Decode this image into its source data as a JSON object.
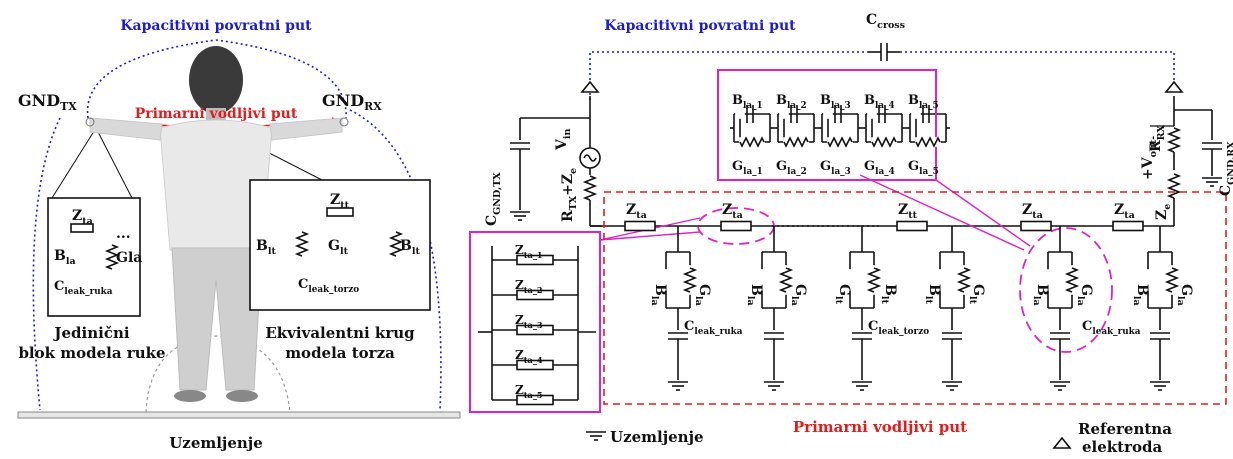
{
  "colors": {
    "blue": "#1a1adb",
    "red": "#e51a1a",
    "magenta": "#e020c8",
    "black": "#111111",
    "gray": "#9a9a9a"
  },
  "left": {
    "cap_return": "Kapacitivni povratni put",
    "gnd_tx": {
      "base": "GND",
      "sub": "TX"
    },
    "gnd_rx": {
      "base": "GND",
      "sub": "RX"
    },
    "primary": "Primarni vodljivi put",
    "arm": {
      "zta": {
        "base": "Z",
        "sub": "ta"
      },
      "bla": {
        "base": "B",
        "sub": "la"
      },
      "gla": "Gla",
      "dots": "...",
      "cleak": {
        "base": "C",
        "sub": "leak_ruka"
      }
    },
    "arm_caption": [
      "Jedinični",
      "blok modela ruke"
    ],
    "torso": {
      "ztt": {
        "base": "Z",
        "sub": "tt"
      },
      "blt": {
        "base": "B",
        "sub": "lt"
      },
      "glt": {
        "base": "G",
        "sub": "lt"
      },
      "cleak": {
        "base": "C",
        "sub": "leak_torzo"
      }
    },
    "torso_caption": [
      "Ekvivalentni krug",
      "modela torza"
    ],
    "ground": "Uzemljenje"
  },
  "right": {
    "cap_return": "Kapacitivni povratni put",
    "ccross": {
      "base": "C",
      "sub": "cross"
    },
    "vin": {
      "base": "V",
      "sub": "in"
    },
    "cgnd_tx": {
      "base": "C",
      "sub": "GND,TX"
    },
    "rtx": {
      "base": "R",
      "sub": "TX",
      "tail": "+Z",
      "tail_sub": "e"
    },
    "bla_parts": [
      {
        "base": "B",
        "sub": "la_1"
      },
      {
        "base": "B",
        "sub": "la_2"
      },
      {
        "base": "B",
        "sub": "la_3"
      },
      {
        "base": "B",
        "sub": "la_4"
      },
      {
        "base": "B",
        "sub": "la_5"
      }
    ],
    "gla_parts": [
      {
        "base": "G",
        "sub": "la_1"
      },
      {
        "base": "G",
        "sub": "la_2"
      },
      {
        "base": "G",
        "sub": "la_3"
      },
      {
        "base": "G",
        "sub": "la_4"
      },
      {
        "base": "G",
        "sub": "la_5"
      }
    ],
    "vout": {
      "base": "+V",
      "sub": "out-"
    },
    "rrx": {
      "base": "R",
      "sub": "RX"
    },
    "ze": {
      "base": "Z",
      "sub": "e"
    },
    "cgnd_rx": {
      "base": "C",
      "sub": "GND,RX"
    },
    "zta": {
      "base": "Z",
      "sub": "ta"
    },
    "ztt": {
      "base": "Z",
      "sub": "tt"
    },
    "zta_parts": [
      {
        "base": "Z",
        "sub": "ta_1"
      },
      {
        "base": "Z",
        "sub": "ta_2"
      },
      {
        "base": "Z",
        "sub": "ta_3"
      },
      {
        "base": "Z",
        "sub": "ta_4"
      },
      {
        "base": "Z",
        "sub": "ta_5"
      }
    ],
    "bla": {
      "base": "B",
      "sub": "la"
    },
    "gla": {
      "base": "G",
      "sub": "la"
    },
    "blt": {
      "base": "B",
      "sub": "lt"
    },
    "glt": {
      "base": "G",
      "sub": "lt"
    },
    "cleak_ruka": {
      "base": "C",
      "sub": "leak_ruka"
    },
    "cleak_torzo": {
      "base": "C",
      "sub": "leak_torzo"
    },
    "ground": "Uzemljenje",
    "primary": "Primarni vodljivi put",
    "reference": [
      "Referentna",
      "elektroda"
    ]
  }
}
